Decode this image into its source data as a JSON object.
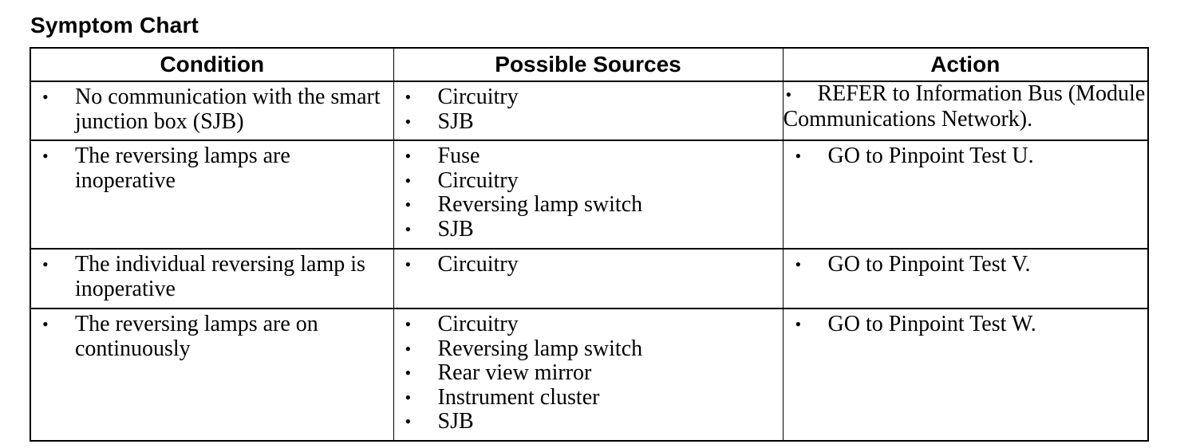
{
  "title": "Symptom Chart",
  "headers": {
    "condition": "Condition",
    "sources": "Possible Sources",
    "action": "Action"
  },
  "bullet": "•",
  "rows": [
    {
      "condition": "No communication with the smart junction box (SJB)",
      "sources": [
        "Circuitry",
        "SJB"
      ],
      "action": "REFER to Information Bus (Module Communications Network)."
    },
    {
      "condition": "The reversing lamps are inoperative",
      "sources": [
        "Fuse",
        "Circuitry",
        "Reversing lamp switch",
        "SJB"
      ],
      "action": "GO to Pinpoint Test U."
    },
    {
      "condition": "The individual reversing lamp is inoperative",
      "sources": [
        "Circuitry"
      ],
      "action": "GO to Pinpoint Test V."
    },
    {
      "condition": "The reversing lamps are on continuously",
      "sources": [
        "Circuitry",
        "Reversing lamp switch",
        "Rear view mirror",
        "Instrument cluster",
        "SJB"
      ],
      "action": "GO to Pinpoint Test W."
    }
  ]
}
